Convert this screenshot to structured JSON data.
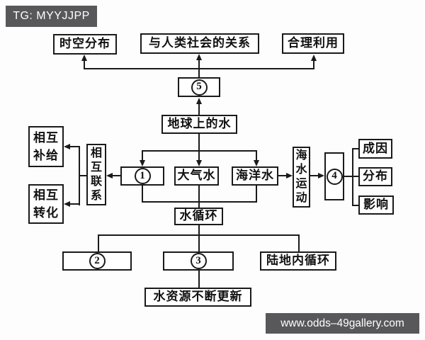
{
  "watermarks": {
    "top": "TG: MYYJJPP",
    "bottom": "www.odds–49gallery.com"
  },
  "colors": {
    "line": "#1a1a1a",
    "banner_bg": "#58585a",
    "banner_text": "#ffffff",
    "box_bg": "#ffffff",
    "page_bg": "#fdfdfd"
  },
  "nodes": {
    "spatiotemporal": "时空分布",
    "society_relation": "与人类社会的关系",
    "rational_use": "合理利用",
    "n5": "5",
    "earth_water": "地球上的水",
    "mutual_recharge": "相互补给",
    "mutual_transform": "相互转化",
    "mutual_link": "相互联系",
    "n1": "1",
    "atmospheric_water": "大气水",
    "ocean_water": "海洋水",
    "seawater_movement": "海水运动",
    "n4": "4",
    "cause": "成因",
    "distribution": "分布",
    "influence": "影响",
    "water_cycle": "水循环",
    "n2": "2",
    "n3": "3",
    "land_internal_cycle": "陆地内循环",
    "water_resource_renewal": "水资源不断更新"
  }
}
